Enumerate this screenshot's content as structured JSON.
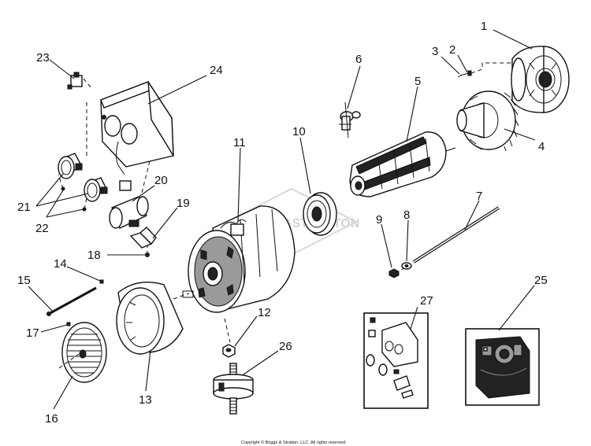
{
  "parts": [
    {
      "id": "part-1",
      "label": "1"
    },
    {
      "id": "part-2",
      "label": "2"
    },
    {
      "id": "part-3",
      "label": "3"
    },
    {
      "id": "part-4",
      "label": "4"
    },
    {
      "id": "part-5",
      "label": "5"
    },
    {
      "id": "part-6",
      "label": "6"
    },
    {
      "id": "part-7",
      "label": "7"
    },
    {
      "id": "part-8",
      "label": "8"
    },
    {
      "id": "part-9",
      "label": "9"
    },
    {
      "id": "part-10",
      "label": "10"
    },
    {
      "id": "part-11",
      "label": "11"
    },
    {
      "id": "part-12",
      "label": "12"
    },
    {
      "id": "part-13",
      "label": "13"
    },
    {
      "id": "part-14",
      "label": "14"
    },
    {
      "id": "part-15",
      "label": "15"
    },
    {
      "id": "part-16",
      "label": "16"
    },
    {
      "id": "part-17",
      "label": "17"
    },
    {
      "id": "part-18",
      "label": "18"
    },
    {
      "id": "part-19",
      "label": "19"
    },
    {
      "id": "part-20",
      "label": "20"
    },
    {
      "id": "part-21",
      "label": "21"
    },
    {
      "id": "part-22",
      "label": "22"
    },
    {
      "id": "part-23",
      "label": "23"
    },
    {
      "id": "part-24",
      "label": "24"
    },
    {
      "id": "part-25",
      "label": "25"
    },
    {
      "id": "part-26",
      "label": "26"
    },
    {
      "id": "part-27",
      "label": "27"
    }
  ],
  "watermark": "BRIGGS&STRATTON",
  "copyright": "Copyright © Briggs & Stratton, LLC. All rights reserved."
}
